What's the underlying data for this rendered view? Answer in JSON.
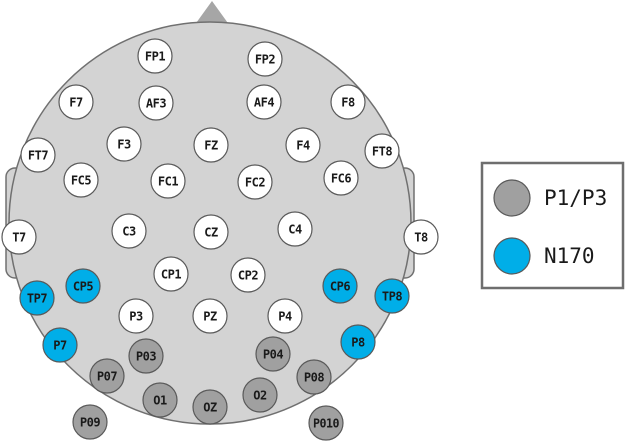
{
  "colors": {
    "head_fill": "#d3d3d3",
    "head_stroke": "#707070",
    "nose_fill": "#a6a6a6",
    "electrode_default": "#ffffff",
    "p1p3": "#a0a0a0",
    "n170": "#00aee8",
    "electrode_stroke": "#595959",
    "text": "#1a1a1a",
    "legend_border": "#6e6e6e"
  },
  "legend": {
    "items": [
      {
        "label": "P1/P3",
        "group": "p1p3"
      },
      {
        "label": "N170",
        "group": "n170"
      }
    ]
  },
  "electrodes": [
    {
      "label": "FP1",
      "group": "none"
    },
    {
      "label": "FP2",
      "group": "none"
    },
    {
      "label": "F7",
      "group": "none"
    },
    {
      "label": "AF3",
      "group": "none"
    },
    {
      "label": "AF4",
      "group": "none"
    },
    {
      "label": "F8",
      "group": "none"
    },
    {
      "label": "F3",
      "group": "none"
    },
    {
      "label": "FZ",
      "group": "none"
    },
    {
      "label": "F4",
      "group": "none"
    },
    {
      "label": "FT7",
      "group": "none"
    },
    {
      "label": "FT8",
      "group": "none"
    },
    {
      "label": "FC5",
      "group": "none"
    },
    {
      "label": "FC1",
      "group": "none"
    },
    {
      "label": "FC2",
      "group": "none"
    },
    {
      "label": "FC6",
      "group": "none"
    },
    {
      "label": "T7",
      "group": "none"
    },
    {
      "label": "C3",
      "group": "none"
    },
    {
      "label": "CZ",
      "group": "none"
    },
    {
      "label": "C4",
      "group": "none"
    },
    {
      "label": "T8",
      "group": "none"
    },
    {
      "label": "CP1",
      "group": "none"
    },
    {
      "label": "CP2",
      "group": "none"
    },
    {
      "label": "TP7",
      "group": "n170"
    },
    {
      "label": "CP5",
      "group": "n170"
    },
    {
      "label": "CP6",
      "group": "n170"
    },
    {
      "label": "TP8",
      "group": "n170"
    },
    {
      "label": "P3",
      "group": "none"
    },
    {
      "label": "PZ",
      "group": "none"
    },
    {
      "label": "P4",
      "group": "none"
    },
    {
      "label": "P7",
      "group": "n170"
    },
    {
      "label": "P8",
      "group": "n170"
    },
    {
      "label": "P03",
      "group": "p1p3"
    },
    {
      "label": "P04",
      "group": "p1p3"
    },
    {
      "label": "P07",
      "group": "p1p3"
    },
    {
      "label": "P08",
      "group": "p1p3"
    },
    {
      "label": "O1",
      "group": "p1p3"
    },
    {
      "label": "OZ",
      "group": "p1p3"
    },
    {
      "label": "O2",
      "group": "p1p3"
    },
    {
      "label": "P09",
      "group": "p1p3"
    },
    {
      "label": "P010",
      "group": "p1p3"
    }
  ]
}
